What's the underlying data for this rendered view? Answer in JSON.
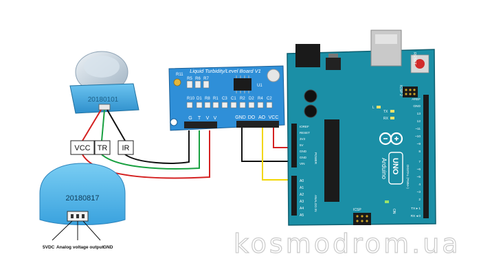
{
  "sensor": {
    "stamp": "20180101",
    "pins": [
      "VCC",
      "TR",
      "IR"
    ]
  },
  "board": {
    "title": "Liquid Turbidity/Level Board V1",
    "chip_label": "U1",
    "corner_label": "R11",
    "top_row_labels": [
      "R5",
      "R6",
      "R7"
    ],
    "component_labels": [
      "R10",
      "D1",
      "R8",
      "R1",
      "C3",
      "C1",
      "R2",
      "D2",
      "R4",
      "C2"
    ],
    "left_pins": [
      "G",
      "T",
      "V",
      "V"
    ],
    "right_pins": [
      "GND",
      "DO",
      "AO",
      "VCC"
    ]
  },
  "arduino": {
    "brand": "Arduino",
    "model": "UNO",
    "icsp_top": "ICSP 2",
    "reset_label": "RESET",
    "power_pins": [
      "IOREF",
      "RESET",
      "3V3",
      "5V",
      "GND",
      "GND",
      "VIN"
    ],
    "power_header": "POWER",
    "analog_pins": [
      "A0",
      "A1",
      "A2",
      "A3",
      "A4",
      "A5"
    ],
    "analog_header": "ANALOG IN",
    "digital_pins": [
      "AREF",
      "GND",
      "13",
      "12",
      "~11",
      "~10",
      "~9",
      "8",
      "7",
      "~6",
      "~5",
      "4",
      "~3",
      "2",
      "TX ▸ 1",
      "RX ◂ 0"
    ],
    "digital_header": "DIGITAL (PWM~)",
    "led_labels": [
      "L",
      "TX",
      "RX"
    ],
    "on_label": "ON",
    "icsp_bottom": "ICSP"
  },
  "detail": {
    "stamp": "20180817",
    "labels": [
      "5VDC",
      "Analog voltage output",
      "GND"
    ]
  },
  "watermark": "kosmodrom.ua",
  "colors": {
    "sensor_blue": "#3fa9e0",
    "board_blue": "#2f8fd8",
    "arduino_teal": "#1b8fa6",
    "wire_red": "#d42020",
    "wire_green": "#18a040",
    "wire_black": "#111111",
    "wire_yellow": "#f2d600"
  }
}
